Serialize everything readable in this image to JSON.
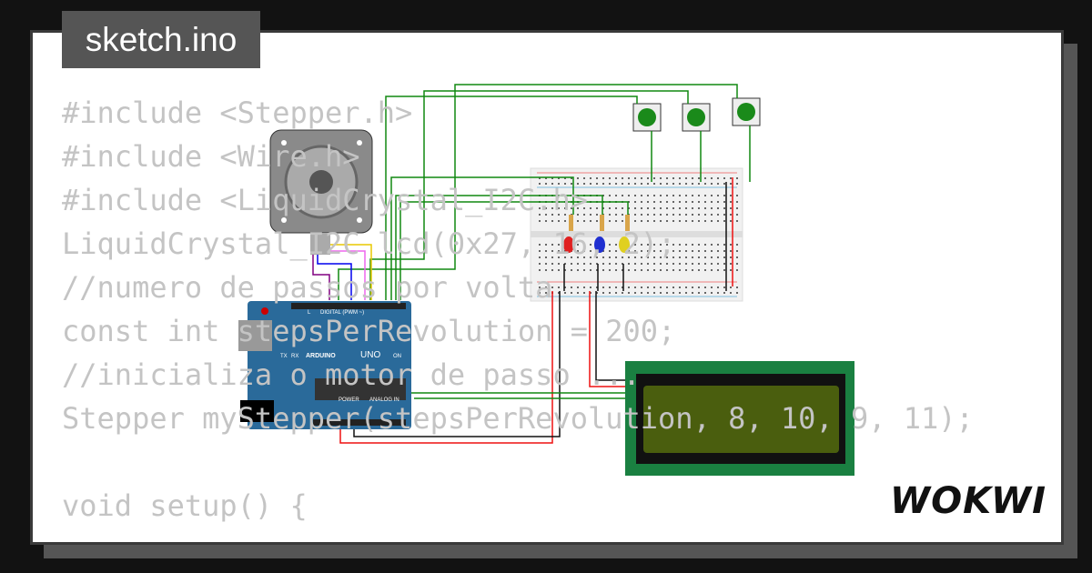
{
  "title": "sketch.ino",
  "code_lines": [
    "#include <Stepper.h>",
    "#include <Wire.h>",
    "#include <LiquidCrystal_I2C.h>",
    "LiquidCrystal_I2C lcd(0x27, 16, 2);",
    "//numero de passos por volta",
    "const int stepsPerRevolution = 200;",
    "//inicializa o motor de passo ...",
    "Stepper myStepper(stepsPerRevolution, 8, 10, 9, 11);",
    "",
    "void setup() {"
  ],
  "arduino": {
    "model": "UNO",
    "brand": "ARDUINO",
    "digital_label": "DIGITAL (PWM ~)",
    "power_label": "POWER",
    "analog_label": "ANALOG IN",
    "on_label": "ON",
    "tx": "TX",
    "rx": "RX",
    "l": "L"
  },
  "logo": "WOKWI",
  "colors": {
    "lcd_board": "#1a8041",
    "lcd_screen": "#4a5e0e",
    "arduino": "#2a6a9a",
    "button": "#1a8a1a"
  }
}
